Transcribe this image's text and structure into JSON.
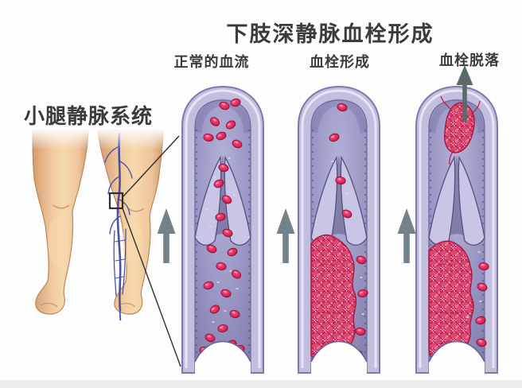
{
  "title": "下肢深静脉血栓形成",
  "side_label": "小腿静脉系统",
  "panels": [
    {
      "id": "normal",
      "label": "正常的血流"
    },
    {
      "id": "formation",
      "label": "血栓形成"
    },
    {
      "id": "detachment",
      "label": "血栓脱落"
    }
  ],
  "icons": {
    "flow_arrow": "up-arrow",
    "embolism_arrow": "up-arrow",
    "callout": "magnified-region-lines"
  },
  "palette": {
    "background": "#fdfdfd",
    "text": "#3b3b3b",
    "vessel_wall": "#c2bfde",
    "vessel_wall_edge": "#7d79ad",
    "vessel_wall_highlight": "#eae8f7",
    "lumen_light": "#b6b4d8",
    "lumen_mid": "#9996c3",
    "lumen_dark": "#7f7caa",
    "valve_fill": "#c8c5e6",
    "valve_edge": "#55527f",
    "rbc": "#e02a5d",
    "rbc_dark": "#8f0c36",
    "rbc_highlight": "#ff9ab8",
    "thrombus": "#d84a72",
    "thrombus_line_light": "#f6ccd4",
    "thrombus_line_dark": "#c2194b",
    "thrombus_edge": "#a81742",
    "flow_arrow": "#73828a",
    "embolism_arrow": "#5c6a6d",
    "leader_line": "#2f2f2f",
    "skin_light": "#f7d9ae",
    "skin_mid": "#eec49c",
    "skin_dark": "#d29b6c",
    "skin_edge": "#bd8659",
    "vein_blue": "#4d52a0"
  }
}
